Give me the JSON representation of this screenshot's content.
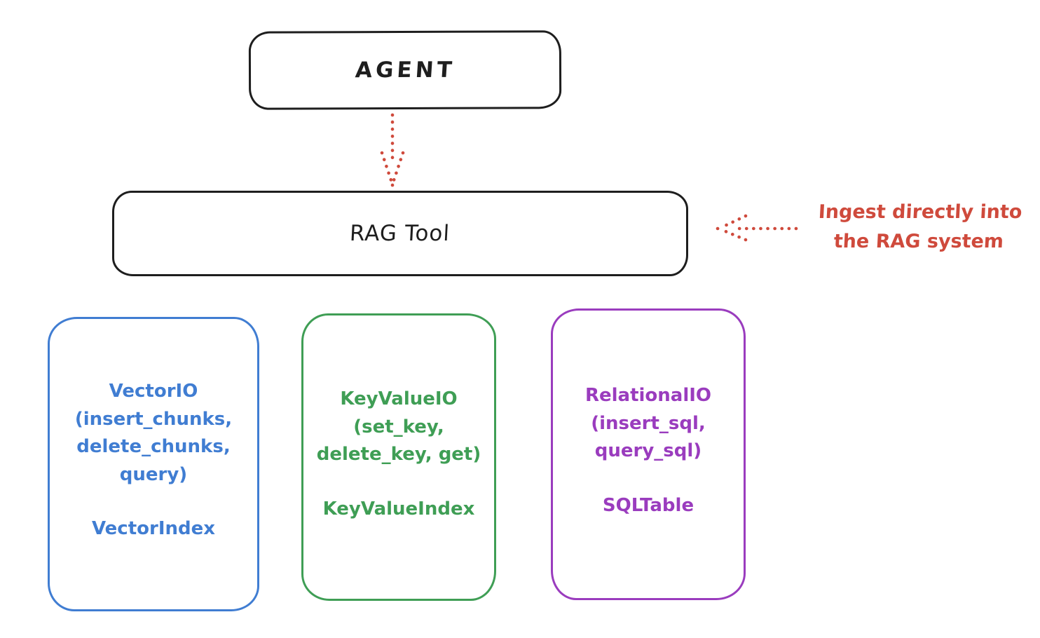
{
  "colors": {
    "stroke_black": "#1e1e1e",
    "accent_red": "#cf4a3c",
    "vector_blue": "#407dd2",
    "keyvalue_green": "#3f9e55",
    "relational_purple": "#9a3cbe"
  },
  "agent_box": {
    "label": "AGENT"
  },
  "rag_tool_box": {
    "label": "RAG Tool"
  },
  "ingest_annotation": {
    "text": "Ingest directly into\nthe RAG system"
  },
  "backends": [
    {
      "name": "vector-io",
      "color": "#407dd2",
      "methods": "VectorIO\n(insert_chunks,\ndelete_chunks,\nquery)",
      "index_label": "VectorIndex"
    },
    {
      "name": "keyvalue-io",
      "color": "#3f9e55",
      "methods": "KeyValueIO\n(set_key,\ndelete_key, get)",
      "index_label": "KeyValueIndex"
    },
    {
      "name": "relational-io",
      "color": "#9a3cbe",
      "methods": "RelationalIO\n(insert_sql,\nquery_sql)",
      "index_label": "SQLTable"
    }
  ]
}
